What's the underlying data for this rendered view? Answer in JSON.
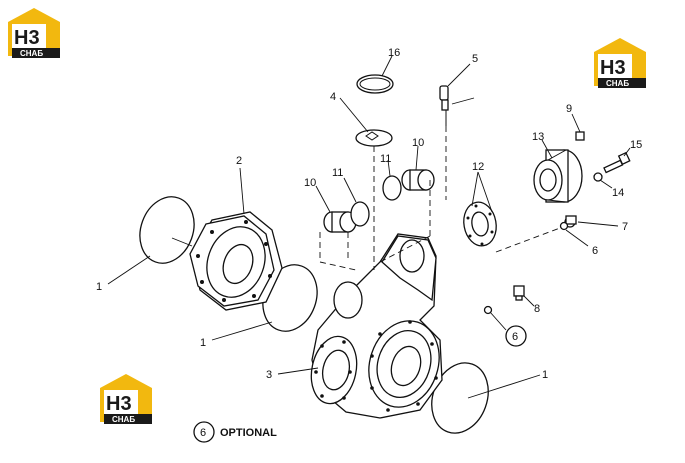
{
  "brand": {
    "logo_mark": "H3",
    "logo_sub": "СНАБ",
    "accent_color": "#f2b80f"
  },
  "callouts": [
    "1",
    "1",
    "1",
    "2",
    "3",
    "4",
    "5",
    "6",
    "6",
    "7",
    "8",
    "9",
    "10",
    "10",
    "11",
    "11",
    "12",
    "13",
    "14",
    "15",
    "16"
  ],
  "legend": {
    "symbol_number": "6",
    "text": "OPTIONAL"
  }
}
